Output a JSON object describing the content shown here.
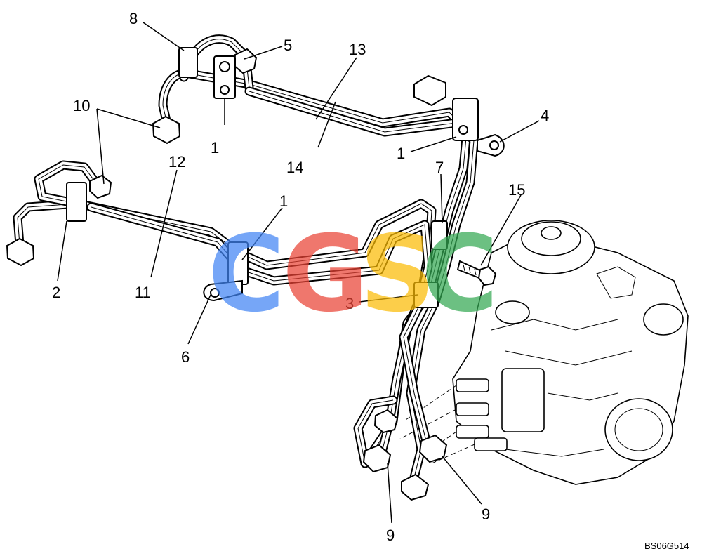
{
  "callouts": {
    "c1": "1",
    "c2": "2",
    "c3": "3",
    "c4": "4",
    "c5": "5",
    "c6": "6",
    "c7": "7",
    "c8": "8",
    "c9": "9",
    "c10": "10",
    "c11": "11",
    "c12": "12",
    "c13": "13",
    "c14": "14",
    "c15": "15"
  },
  "drawing_code": "BS06G514",
  "watermark": {
    "letters": [
      "C",
      "G",
      "S",
      "C"
    ],
    "colors": [
      "#4285f4",
      "#ea4335",
      "#fbbc05",
      "#34a853"
    ]
  }
}
